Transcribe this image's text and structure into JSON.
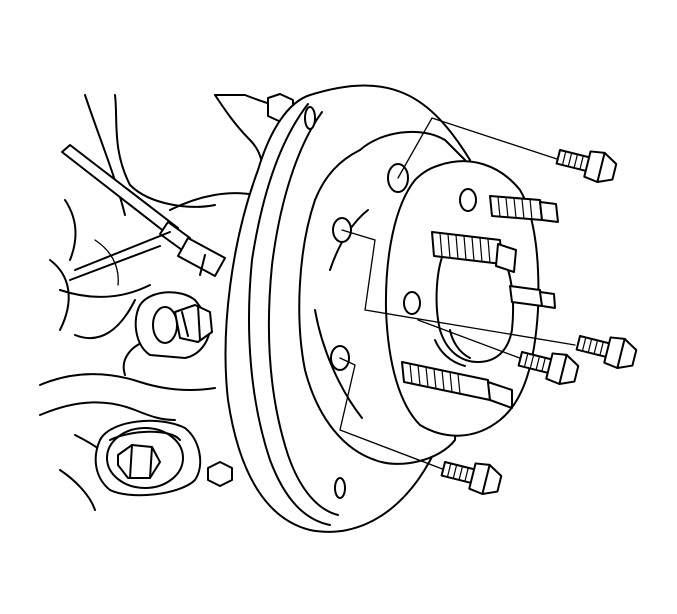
{
  "colors": {
    "stroke": "#000000",
    "background": "#ffffff"
  },
  "parts": {
    "hub_bearing": "wheel-hub-bearing",
    "brake_rotor_shield": "brake-shield",
    "hub_bolts": [
      "hub-bolt",
      "hub-bolt",
      "hub-bolt",
      "hub-bolt"
    ],
    "wheel_studs": 5,
    "drive_axle": "axle-shaft",
    "lower_control_arm": "lower-control-arm",
    "ball_joint_nut": "ball-joint-nut"
  }
}
